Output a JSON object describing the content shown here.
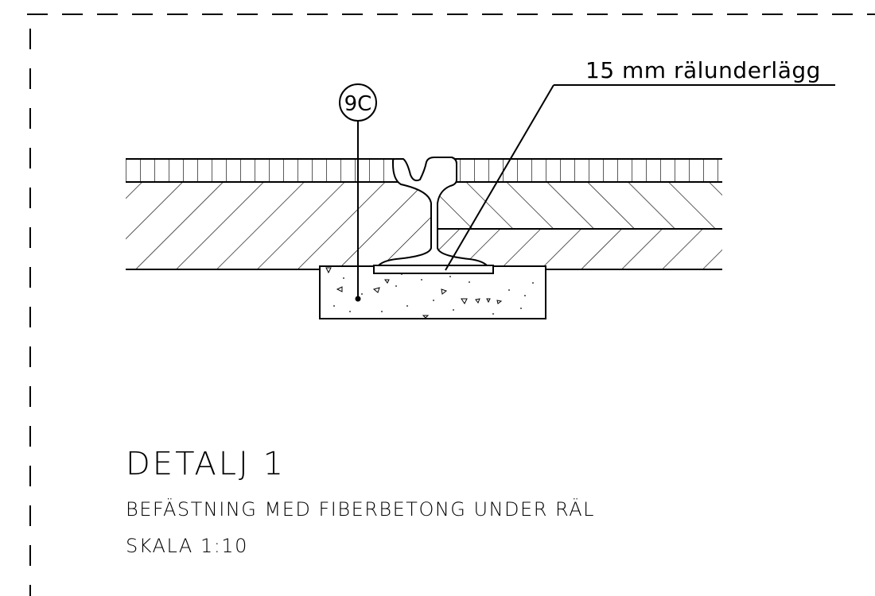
{
  "callout": {
    "label": "15 mm rälunderlägg"
  },
  "reference_bubble": {
    "label": "9C"
  },
  "title_block": {
    "title": "DETALJ 1",
    "subtitle": "BEFÄSTNING MED FIBERBETONG UNDER RÄL",
    "scale": "SKALA 1:10"
  },
  "colors": {
    "line": "#000000",
    "background": "#ffffff"
  },
  "icons": {
    "reference_bubble": "circled-reference-icon",
    "rail": "rail-profile-icon"
  }
}
